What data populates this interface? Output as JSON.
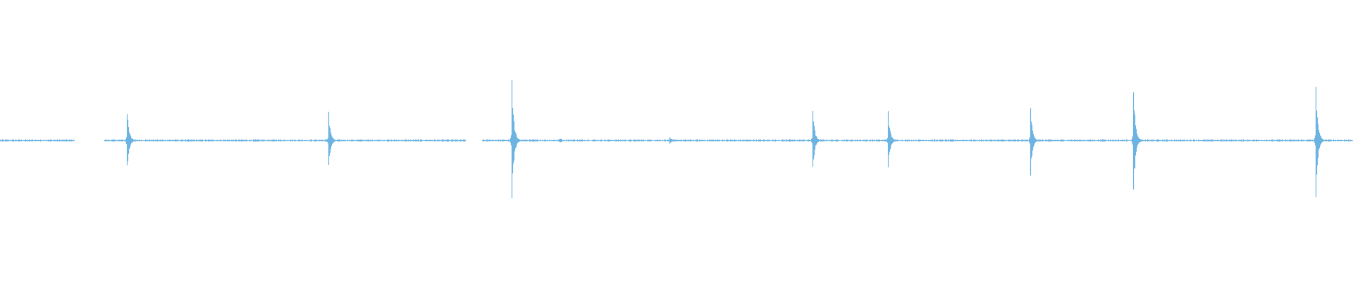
{
  "waveform": {
    "color": "#6cb3e2",
    "background": "#ffffff",
    "gaps": [
      {
        "start": 0.055,
        "end": 0.077
      },
      {
        "start": 0.344,
        "end": 0.356
      }
    ],
    "peaks": [
      {
        "pos": 0.0935,
        "amp": 0.5
      },
      {
        "pos": 0.2425,
        "amp": 0.43
      },
      {
        "pos": 0.378,
        "amp": 1.0
      },
      {
        "pos": 0.495,
        "amp": 0.06
      },
      {
        "pos": 0.6005,
        "amp": 0.48
      },
      {
        "pos": 0.656,
        "amp": 0.44
      },
      {
        "pos": 0.7615,
        "amp": 0.53
      },
      {
        "pos": 0.8375,
        "amp": 0.88
      },
      {
        "pos": 0.9725,
        "amp": 0.88
      }
    ],
    "small_blips": [
      {
        "pos": 0.414,
        "amp": 0.03
      },
      {
        "pos": 0.583,
        "amp": 0.02
      },
      {
        "pos": 0.816,
        "amp": 0.02
      },
      {
        "pos": 0.908,
        "amp": 0.015
      }
    ]
  }
}
